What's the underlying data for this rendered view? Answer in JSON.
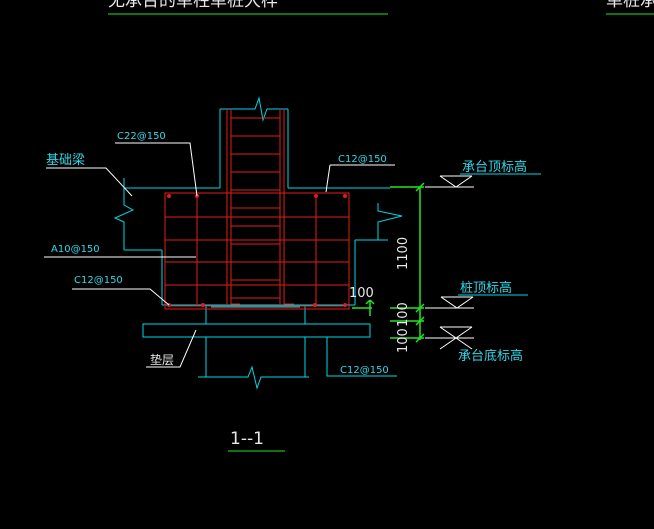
{
  "titles": {
    "top_left": "无承台的单柱单桩大样",
    "top_right": "单桩承"
  },
  "labels": {
    "foundation_beam": "基础梁",
    "rebar_top": "C22@150",
    "rebar_right_top": "C12@150",
    "stirrup": "A10@150",
    "rebar_bottom_left": "C12@150",
    "rebar_bottom_right": "C12@150",
    "cushion": "垫层",
    "section": "1--1"
  },
  "elevations": {
    "cap_top": "承台顶标高",
    "pile_top": "桩顶标高",
    "cap_bottom": "承台底标高"
  },
  "dimensions": {
    "cap_height": "1100",
    "pile_embed": "100",
    "cushion_a": "100",
    "cushion_b": "100"
  },
  "colors": {
    "outline": "#00d7e6",
    "rebar": "#e21b1b",
    "dimension": "#22e522",
    "text_cyan": "#33d6e6",
    "text_white": "#e8e8e8",
    "leader": "#ffffff"
  }
}
